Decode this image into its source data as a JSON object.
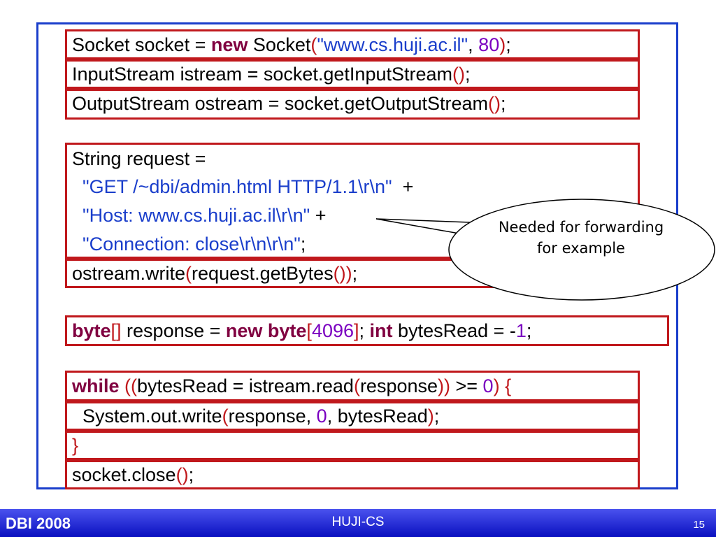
{
  "footer": {
    "left": "DBI 2008",
    "center": "HUJI-CS",
    "page_number": "15"
  },
  "callout": {
    "text": "Needed for forwarding for example"
  },
  "code": {
    "l1": {
      "t1": "Socket socket = ",
      "k1": "new",
      "t2": " Socket",
      "p1": "(",
      "s1": "\"www.cs.huji.ac.il\"",
      "t3": ", ",
      "n1": "80",
      "p2": ")",
      "t4": ";"
    },
    "l2": {
      "t1": "InputStream istream = socket.getInputStream",
      "p1": "()",
      "t2": ";"
    },
    "l3": {
      "t1": "OutputStream ostream = socket.getOutputStream",
      "p1": "()",
      "t2": ";"
    },
    "l4": {
      "t1": "String request ="
    },
    "l5": {
      "s1": "  \"GET /~dbi/admin.html HTTP/1.1\\r\\n\"",
      "t1": "  +"
    },
    "l6": {
      "s1": "  \"Host: www.cs.huji.ac.il\\r\\n\"",
      "t1": " +"
    },
    "l7": {
      "s1": "  \"Connection: close\\r\\n\\r\\n\"",
      "t1": ";"
    },
    "l8": {
      "t1": "ostream.write",
      "p1": "(",
      "t2": "request.getBytes",
      "p2": "())",
      "t3": ";"
    },
    "l9": {
      "k1": "byte",
      "p1": "[]",
      "t1": " response = ",
      "k2": "new byte",
      "p2": "[",
      "n1": "4096",
      "p3": "]",
      "t2": "; ",
      "k3": "int",
      "t3": " bytesRead = -",
      "n2": "1",
      "t4": ";"
    },
    "l10": {
      "k1": "while",
      "t1": " ",
      "p1": "((",
      "t2": "bytesRead = istream.read",
      "p2": "(",
      "t3": "response",
      "p3": "))",
      "t4": " >= ",
      "n1": "0",
      "p4": ")",
      "t5": " ",
      "p5": "{"
    },
    "l11": {
      "t1": "  System.out.write",
      "p1": "(",
      "t2": "response, ",
      "n1": "0",
      "t3": ", bytesRead",
      "p2": ")",
      "t4": ";"
    },
    "l12": {
      "p1": "}"
    },
    "l13": {
      "t1": "socket.close",
      "p1": "()",
      "t2": ";"
    }
  }
}
